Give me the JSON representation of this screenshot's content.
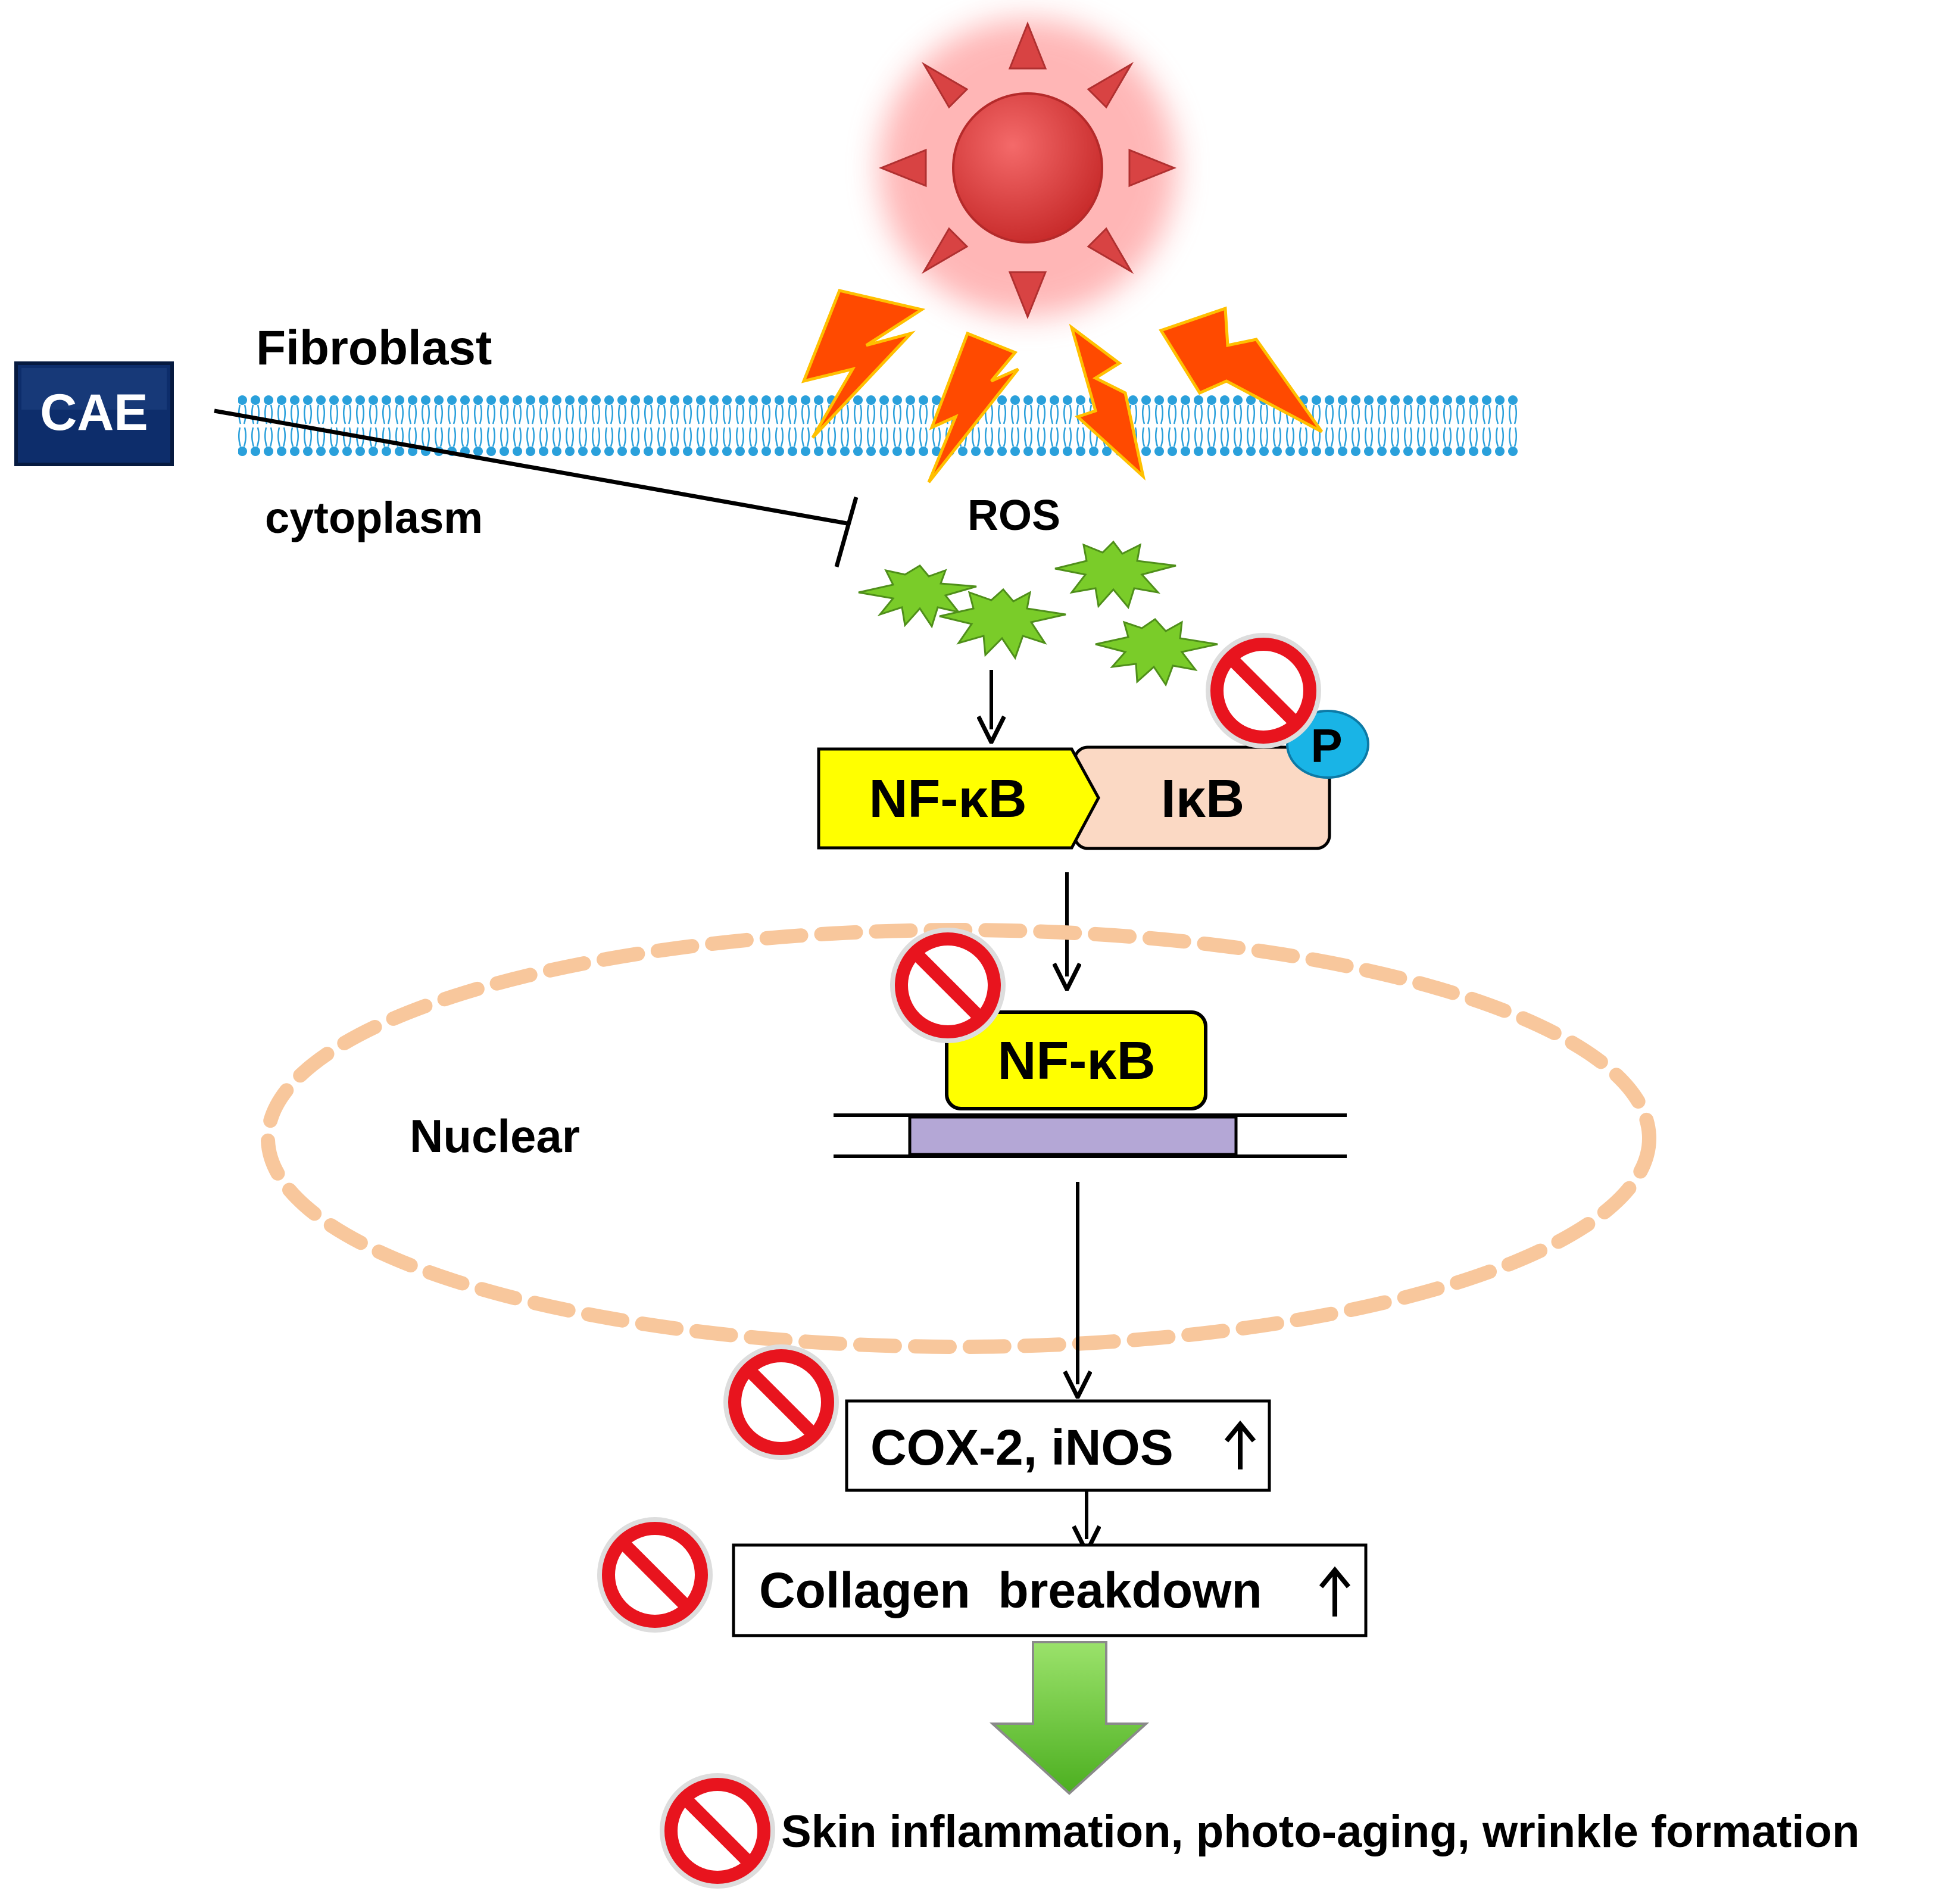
{
  "labels": {
    "fibroblast": "Fibroblast",
    "cae": "CAE",
    "cytoplasm": "cytoplasm",
    "ros": "ROS",
    "nfkb_complex": "NF-κB",
    "ikb": "IκB",
    "phospho": "P",
    "nfkb_nuclear": "NF-κB",
    "nuclear": "Nuclear",
    "cox2_inos": "COX-2, iNOS",
    "collagen": "Collagen  breakdown",
    "outcome": "Skin inflammation, photo-aging, wrinkle formation"
  },
  "colors": {
    "sun": "#e64545",
    "lightning": "#ff4500",
    "ros": "#7acc29",
    "nfkb": "#ffff00",
    "ikb": "#fbd9c4",
    "phospho": "#19b4e6",
    "dna": "#b4a7d6",
    "nucleus": "#f8c79c",
    "cae_box": "#0d2d6b",
    "down_arrow": "#66cc33",
    "inhibit_sign": "#e8141e",
    "membrane": "#2aa0db"
  },
  "icons": [
    "sun-icon",
    "lightning-icon",
    "ros-star-icon",
    "inhibition-sign-icon",
    "phosphate-icon",
    "up-arrow-icon",
    "down-arrow-icon"
  ]
}
